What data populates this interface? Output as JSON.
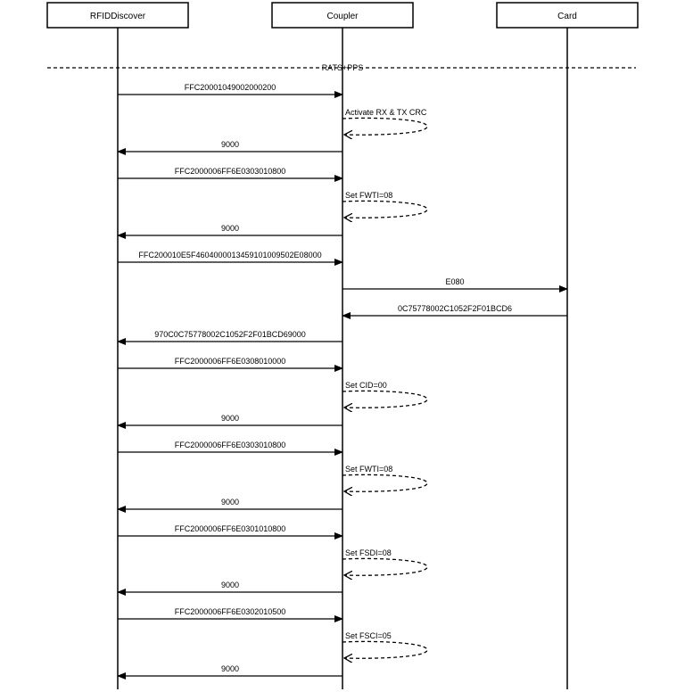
{
  "participants": [
    {
      "id": "rfid",
      "label": "RFIDDiscover"
    },
    {
      "id": "coupler",
      "label": "Coupler"
    },
    {
      "id": "card",
      "label": "Card"
    }
  ],
  "divider": {
    "label": "RATS+PPS"
  },
  "messages": [
    {
      "type": "arrow",
      "from": "rfid",
      "to": "coupler",
      "label": "FFC200010490020002​00"
    },
    {
      "type": "self",
      "at": "coupler",
      "label": "Activate RX & TX CRC"
    },
    {
      "type": "arrow",
      "from": "coupler",
      "to": "rfid",
      "label": "9000"
    },
    {
      "type": "arrow",
      "from": "rfid",
      "to": "coupler",
      "label": "FFC2000006FF6E0303010800"
    },
    {
      "type": "self",
      "at": "coupler",
      "label": "Set FWTI=08"
    },
    {
      "type": "arrow",
      "from": "coupler",
      "to": "rfid",
      "label": "9000"
    },
    {
      "type": "arrow",
      "from": "rfid",
      "to": "coupler",
      "label": "FFC200010E5F46040000134591010095​02E08000"
    },
    {
      "type": "arrow",
      "from": "coupler",
      "to": "card",
      "label": "E080"
    },
    {
      "type": "arrow",
      "from": "card",
      "to": "coupler",
      "label": "0C75778002C1052F2F01BCD6"
    },
    {
      "type": "arrow",
      "from": "coupler",
      "to": "rfid",
      "label": "970C0C75778002C1052F2F01BCD69000"
    },
    {
      "type": "arrow",
      "from": "rfid",
      "to": "coupler",
      "label": "FFC2000006FF6E0308010000"
    },
    {
      "type": "self",
      "at": "coupler",
      "label": "Set CID=00"
    },
    {
      "type": "arrow",
      "from": "coupler",
      "to": "rfid",
      "label": "9000"
    },
    {
      "type": "arrow",
      "from": "rfid",
      "to": "coupler",
      "label": "FFC2000006FF6E0303010800"
    },
    {
      "type": "self",
      "at": "coupler",
      "label": "Set FWTI=08"
    },
    {
      "type": "arrow",
      "from": "coupler",
      "to": "rfid",
      "label": "9000"
    },
    {
      "type": "arrow",
      "from": "rfid",
      "to": "coupler",
      "label": "FFC2000006FF6E0301010800"
    },
    {
      "type": "self",
      "at": "coupler",
      "label": "Set FSDI=08"
    },
    {
      "type": "arrow",
      "from": "coupler",
      "to": "rfid",
      "label": "9000"
    },
    {
      "type": "arrow",
      "from": "rfid",
      "to": "coupler",
      "label": "FFC2000006FF6E0302010500"
    },
    {
      "type": "self",
      "at": "coupler",
      "label": "Set FSCI=05"
    },
    {
      "type": "arrow",
      "from": "coupler",
      "to": "rfid",
      "label": "9000"
    }
  ]
}
